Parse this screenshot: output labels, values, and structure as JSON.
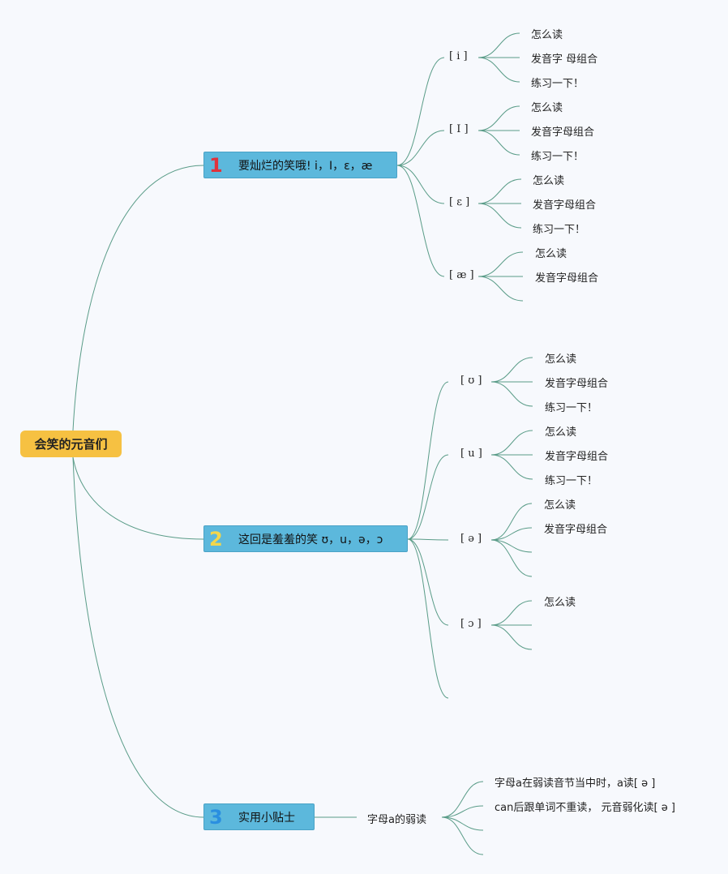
{
  "root": {
    "label": "会笑的元音们",
    "color": "#f6c142"
  },
  "topics": [
    {
      "num": "1",
      "num_color": "#e0323c",
      "label": "要灿烂的笑哦! i，I，ε，æ",
      "phonemes": [
        {
          "symbol": "[ i ]",
          "leaves": [
            "怎么读",
            "发音字 母组合",
            "练习一下！"
          ]
        },
        {
          "symbol": "[ I ]",
          "leaves": [
            "怎么读",
            "发音字母组合",
            "练习一下！"
          ]
        },
        {
          "symbol": "[ ε ]",
          "leaves": [
            "怎么读",
            "发音字母组合",
            "练习一下！"
          ]
        },
        {
          "symbol": "[ æ ]",
          "leaves": [
            "怎么读",
            "发音字母组合",
            ""
          ]
        }
      ]
    },
    {
      "num": "2",
      "num_color": "#f2d64b",
      "label": "这回是羞羞的笑 ʊ，u，ə，ɔ",
      "phonemes": [
        {
          "symbol": "[ ʊ ]",
          "leaves": [
            "怎么读",
            "发音字母组合",
            "练习一下！"
          ]
        },
        {
          "symbol": "[ u ]",
          "leaves": [
            "怎么读",
            "发音字母组合",
            "练习一下！"
          ]
        },
        {
          "symbol": "[ ə ]",
          "leaves": [
            "怎么读",
            "发音字母组合",
            "",
            ""
          ]
        },
        {
          "symbol": "[ ɔ ]",
          "leaves": [
            "怎么读",
            "",
            ""
          ]
        },
        {
          "symbol": "",
          "leaves": []
        }
      ]
    },
    {
      "num": "3",
      "num_color": "#2a8fe0",
      "label": "实用小贴士",
      "subtopic": "字母a的弱读",
      "tips": [
        "字母a在弱读音节当中时，a读[ ə ]",
        "can后跟单词不重读， 元音弱化读[ ə ]",
        "",
        ""
      ]
    }
  ],
  "line_color": "#5a9c88",
  "topic_color": "#5cb8dc"
}
